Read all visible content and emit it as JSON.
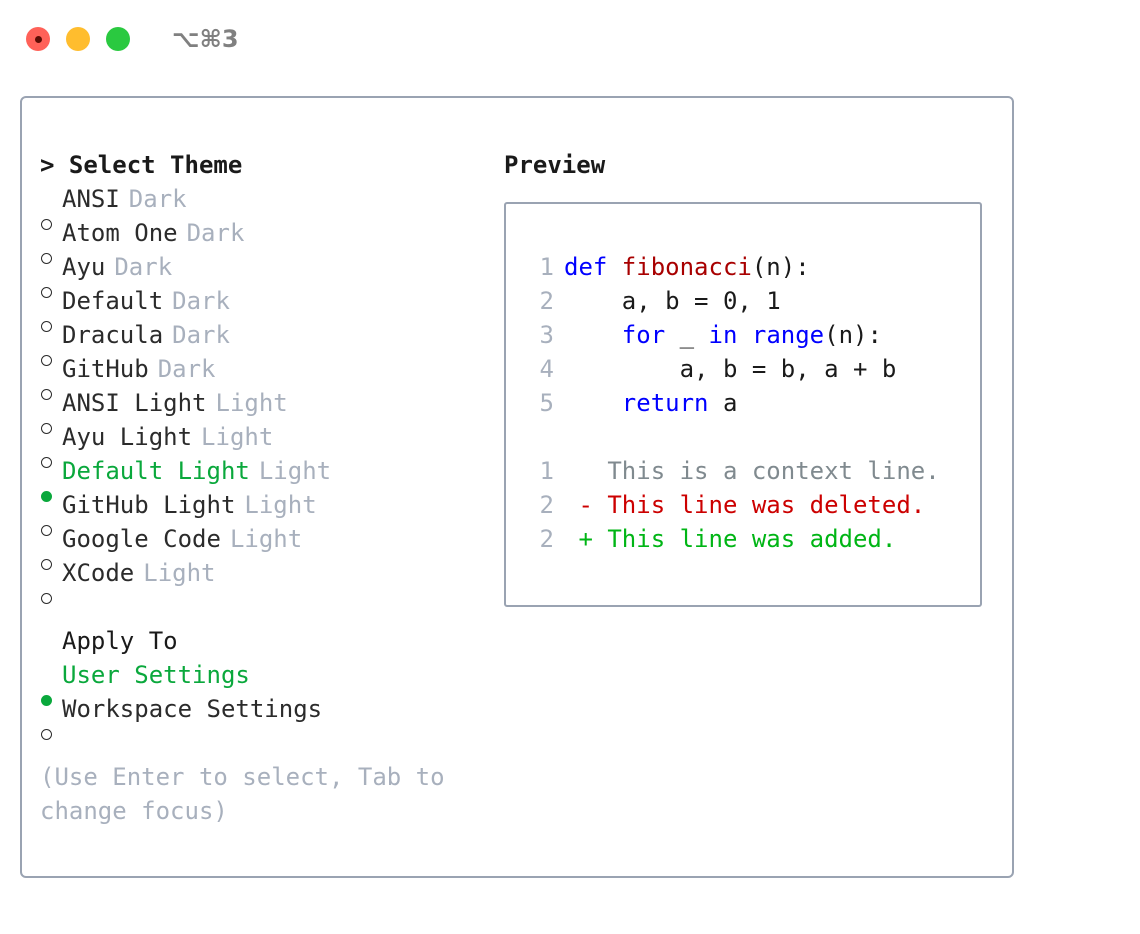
{
  "window": {
    "shortcut": "⌥⌘3",
    "traffic_lights": [
      {
        "name": "close-button",
        "color": "#ff6158"
      },
      {
        "name": "minimize-button",
        "color": "#ffbd2e"
      },
      {
        "name": "maximize-button",
        "color": "#2ac940"
      }
    ]
  },
  "colors": {
    "accent_green": "#0aa83c",
    "muted": "#a8b0bd",
    "border": "#9aa3b2",
    "keyword": "#0000ff",
    "function": "#a80000",
    "diff_add": "#00b515",
    "diff_del": "#cc0000",
    "diff_ctx": "#808a8f"
  },
  "theme_list": {
    "header": "> Select Theme",
    "items": [
      {
        "marker": "○",
        "label": "ANSI",
        "tag": "Dark",
        "selected": false
      },
      {
        "marker": "○",
        "label": "Atom One",
        "tag": "Dark",
        "selected": false
      },
      {
        "marker": "○",
        "label": "Ayu",
        "tag": "Dark",
        "selected": false
      },
      {
        "marker": "○",
        "label": "Default",
        "tag": "Dark",
        "selected": false
      },
      {
        "marker": "○",
        "label": "Dracula",
        "tag": "Dark",
        "selected": false
      },
      {
        "marker": "○",
        "label": "GitHub",
        "tag": "Dark",
        "selected": false
      },
      {
        "marker": "○",
        "label": "ANSI Light",
        "tag": "Light",
        "selected": false
      },
      {
        "marker": "○",
        "label": "Ayu Light",
        "tag": "Light",
        "selected": false
      },
      {
        "marker": "●",
        "label": "Default Light",
        "tag": "Light",
        "selected": true
      },
      {
        "marker": "○",
        "label": "GitHub Light",
        "tag": "Light",
        "selected": false
      },
      {
        "marker": "○",
        "label": "Google Code",
        "tag": "Light",
        "selected": false
      },
      {
        "marker": "○",
        "label": "XCode",
        "tag": "Light",
        "selected": false
      }
    ]
  },
  "apply_to": {
    "header": "Apply To",
    "items": [
      {
        "marker": "●",
        "label": "User Settings",
        "selected": true
      },
      {
        "marker": "○",
        "label": "Workspace Settings",
        "selected": false
      }
    ]
  },
  "hint": "(Use Enter to select, Tab to change focus)",
  "preview": {
    "header": "Preview",
    "code_lines": [
      {
        "lineno": "1",
        "tokens": [
          {
            "text": "def ",
            "type": "keyword"
          },
          {
            "text": "fibonacci",
            "type": "function"
          },
          {
            "text": "(n):",
            "type": "plain"
          }
        ]
      },
      {
        "lineno": "2",
        "tokens": [
          {
            "text": "    a, b = 0, 1",
            "type": "plain"
          }
        ]
      },
      {
        "lineno": "3",
        "tokens": [
          {
            "text": "    ",
            "type": "plain"
          },
          {
            "text": "for",
            "type": "keyword"
          },
          {
            "text": " _ ",
            "type": "plain"
          },
          {
            "text": "in",
            "type": "keyword"
          },
          {
            "text": " ",
            "type": "plain"
          },
          {
            "text": "range",
            "type": "keyword"
          },
          {
            "text": "(n):",
            "type": "plain"
          }
        ]
      },
      {
        "lineno": "4",
        "tokens": [
          {
            "text": "        a, b = b, a + b",
            "type": "plain"
          }
        ]
      },
      {
        "lineno": "5",
        "tokens": [
          {
            "text": "    ",
            "type": "plain"
          },
          {
            "text": "return",
            "type": "keyword"
          },
          {
            "text": " a",
            "type": "plain"
          }
        ]
      }
    ],
    "diff_lines": [
      {
        "lineno": "1",
        "sign": " ",
        "text": "This is a context line.",
        "kind": "context"
      },
      {
        "lineno": "2",
        "sign": "-",
        "text": "This line was deleted.",
        "kind": "deleted"
      },
      {
        "lineno": "2",
        "sign": "+",
        "text": "This line was added.",
        "kind": "added"
      }
    ]
  }
}
